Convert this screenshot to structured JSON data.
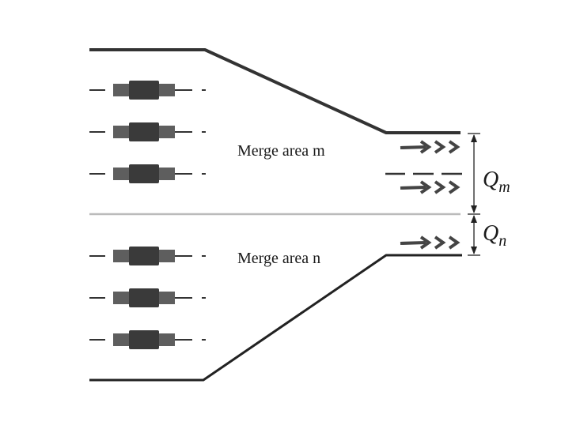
{
  "labels": {
    "merge_area_m": "Merge area m",
    "merge_area_n": "Merge area n",
    "q_m_symbol": "Q",
    "q_m_subscript": "m",
    "q_n_symbol": "Q",
    "q_n_subscript": "n"
  },
  "colors": {
    "road_edge": "#333333",
    "divider": "#bbbbbb",
    "vehicle_dark": "#3a3a3a",
    "vehicle_light": "#5e5e5e",
    "arrow": "#444444"
  }
}
